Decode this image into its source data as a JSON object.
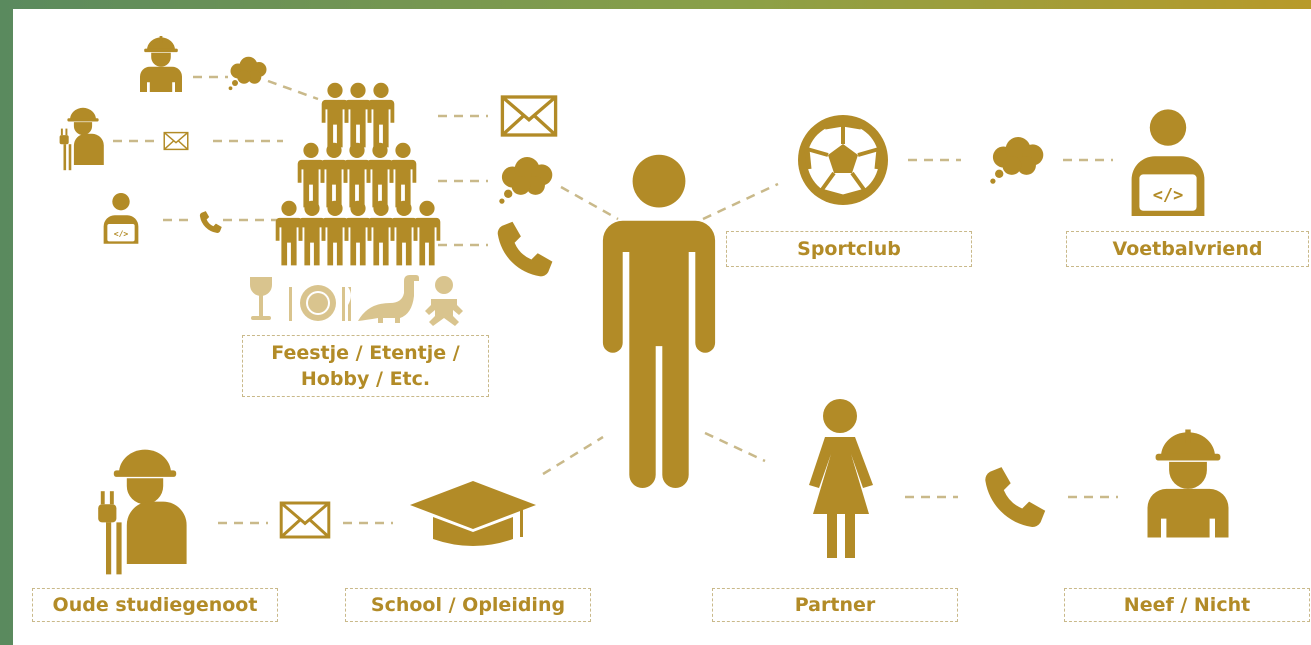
{
  "colors": {
    "icon": "#b28b27",
    "icon_light": "#d9c48e",
    "label_border": "#c9b98a",
    "connector": "#c9b98a",
    "frame_left": "#5a8a5e",
    "frame_right": "#b89a2a"
  },
  "labels": {
    "feestje_line1": "Feestje / Etentje /",
    "feestje_line2": "Hobby / Etc.",
    "sportclub": "Sportclub",
    "voetbalvriend": "Voetbalvriend",
    "oude_studiegenoot": "Oude studiegenoot",
    "school": "School / Opleiding",
    "partner": "Partner",
    "neef": "Neef / Nicht"
  },
  "icons": [
    "person-icon",
    "crowd-icon",
    "worker-icon",
    "electrician-icon",
    "programmer-icon",
    "envelope-icon",
    "thought-bubble-icon",
    "phone-icon",
    "wine-glass-icon",
    "plate-icon",
    "dinosaur-icon",
    "baby-icon",
    "soccer-ball-icon",
    "graduation-cap-icon",
    "woman-icon"
  ]
}
